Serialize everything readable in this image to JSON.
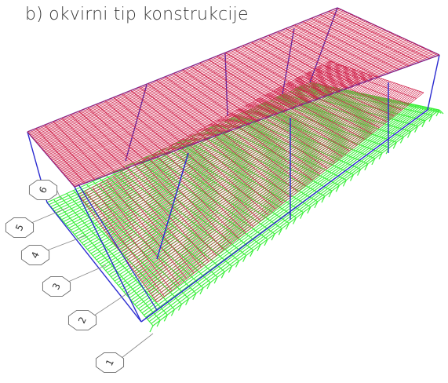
{
  "caption": "b) okvirni tip konstrukcije",
  "colors": {
    "roof_grid": "#d0204a",
    "floor_grid": "#3df03d",
    "columns": "#2a2ad0",
    "inner_grid": "#d0204a",
    "background": "#ffffff"
  },
  "grid_axes": [
    {
      "label": "1"
    },
    {
      "label": "2"
    },
    {
      "label": "3"
    },
    {
      "label": "4"
    },
    {
      "label": "5"
    },
    {
      "label": "6"
    }
  ]
}
